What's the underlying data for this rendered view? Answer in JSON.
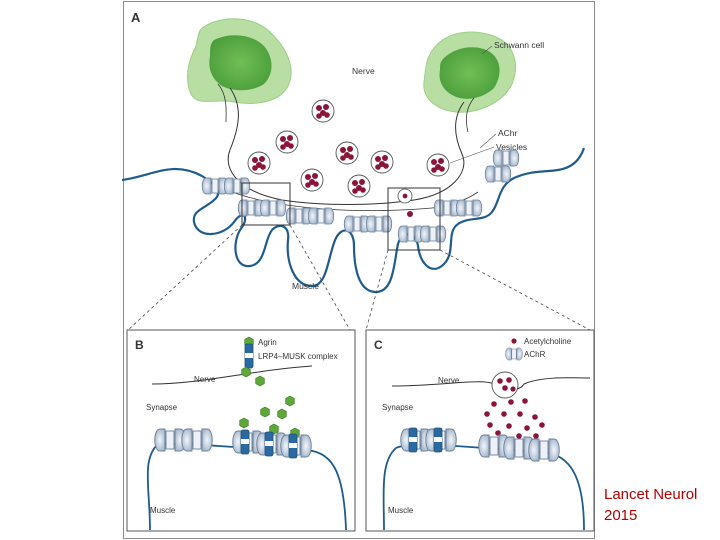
{
  "panels": {
    "a": {
      "letter": "A",
      "labels": {
        "schwann": "Schwann cell",
        "nerve": "Nerve",
        "achr": "AChr",
        "vesicles": "Vesicles",
        "muscle": "Muscle"
      }
    },
    "b": {
      "letter": "B",
      "legend": {
        "agrin": "Agrin",
        "complex": "LRP4–MUSK complex"
      },
      "labels": {
        "nerve": "Nerve",
        "synapse": "Synapse",
        "muscle": "Muscle"
      }
    },
    "c": {
      "letter": "C",
      "legend": {
        "ach": "Acetylcholine",
        "achr": "AChR"
      },
      "labels": {
        "nerve": "Nerve",
        "synapse": "Synapse",
        "muscle": "Muscle"
      }
    }
  },
  "citation": {
    "journal": "Lancet Neurol",
    "year": "2015"
  },
  "colors": {
    "membrane": "#1f5c8c",
    "vesicle_dot": "#8a1538",
    "agrin": "#5ea83a",
    "schwann_outer": "#a8d68f",
    "schwann_inner": "#5fb04a",
    "receptor": "#d7e1ee"
  }
}
